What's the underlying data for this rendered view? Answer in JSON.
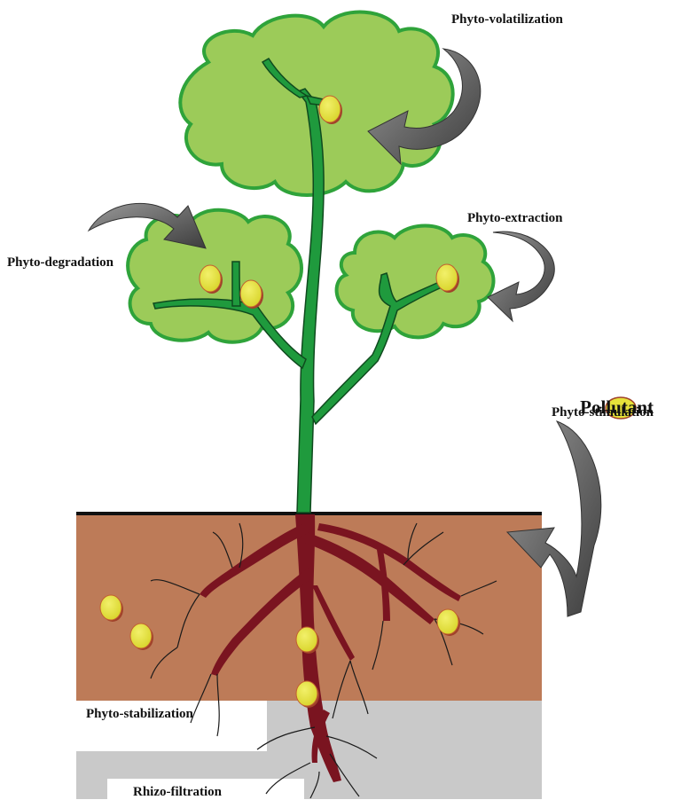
{
  "labels": {
    "phyto_volatilization": "Phyto-volatilization",
    "phyto_extraction": "Phyto-extraction",
    "phyto_degradation": "Phyto-degradation",
    "phyto_stimulation": "Phyto-stimulation",
    "phyto_stabilization": "Phyto-stabilization",
    "rhizo_filtration": "Rhizo-filtration"
  },
  "legend": {
    "pollutant": "Pollutant"
  },
  "colors": {
    "canopy_fill": "#9ccb59",
    "canopy_edge": "#2fa33a",
    "stem": "#1f9a3d",
    "soil": "#bd7b58",
    "subsoil": "#c9c9c9",
    "root": "#7a1420",
    "pollutant": "#e6e23a",
    "arrow": "#6f6f6f"
  }
}
